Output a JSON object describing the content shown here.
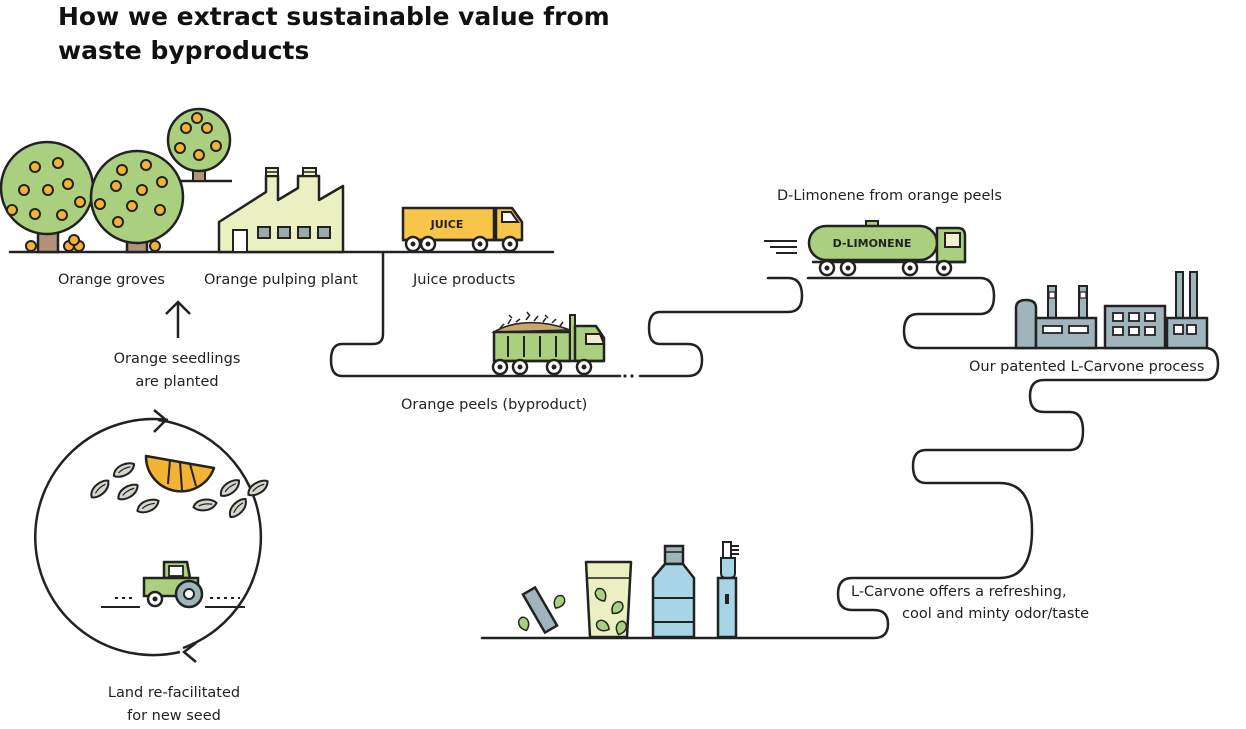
{
  "title": "How we extract sustainable value from waste byproducts",
  "labels": {
    "orange_groves": "Orange groves",
    "pulping_plant": "Orange pulping plant",
    "juice_products": "Juice products",
    "seedlings_line1": "Orange seedlings",
    "seedlings_line2": "are planted",
    "orange_peels": "Orange peels (byproduct)",
    "d_limonene": "D-Limonene from orange peels",
    "l_carvone_process": "Our patented L-Carvone process",
    "offers_line1": "L-Carvone offers a refreshing,",
    "offers_line2": "cool and minty odor/taste",
    "land_line1": "Land re-facilitated",
    "land_line2": "for new seed"
  },
  "truck_tags": {
    "juice": "JUICE",
    "limonene": "D-LIMONENE"
  },
  "colors": {
    "tree_green": "#a9cf7f",
    "orange": "#f5b335",
    "truck_yellow": "#f8c54a",
    "truck_green": "#a9cf7f",
    "factory_cream": "#eaf0c2",
    "industrial_gray": "#9fb4bb",
    "bottle_blue": "#a8d5e5",
    "seed_gray": "#d5d5cc",
    "outline": "#222222"
  }
}
